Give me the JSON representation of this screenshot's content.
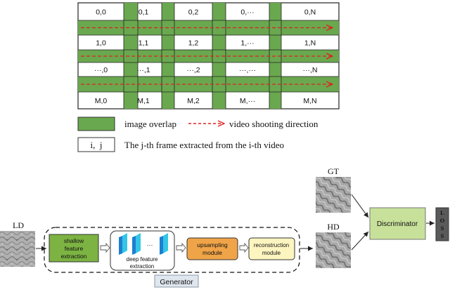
{
  "grid": {
    "rows": [
      [
        "0,0",
        "0,1",
        "0,2",
        "0,···",
        "0,N"
      ],
      [
        "1,0",
        "1,1",
        "1,2",
        "1,···",
        "1,N"
      ],
      [
        "···,0",
        "···,1",
        "···,2",
        "···,···",
        "···,N"
      ],
      [
        "M,0",
        "M,1",
        "M,2",
        "M,···",
        "M,N"
      ]
    ],
    "overlap_color": "#6aa84f",
    "arrow_color": "#e02020"
  },
  "legend": {
    "overlap_label": "image overlap",
    "direction_label": "video shooting direction",
    "frame_sample": "i,  j",
    "frame_label": "The j-th frame extracted from the i-th video"
  },
  "pipeline": {
    "ld_label": "LD",
    "gt_label": "GT",
    "hd_label": "HD",
    "shallow_label": [
      "shallow",
      "feature",
      "extraction"
    ],
    "deep_label": [
      "deep feature",
      "extraction"
    ],
    "deep_dots": "···",
    "upsampling_label": [
      "upsampling",
      "module"
    ],
    "reconstruction_label": [
      "reconstruction",
      "module"
    ],
    "generator_label": "Generator",
    "discriminator_label": "Discriminator",
    "loss_label": [
      "L",
      "O",
      "S",
      "S"
    ],
    "colors": {
      "shallow": "#7cb342",
      "upsampling": "#f0a448",
      "reconstruction": "#fdf5c0",
      "discriminator": "#c7e19a",
      "generator_tag": "#dfe6ee",
      "loss": "#5a5a5a",
      "deep_blue": "#1e7fd1",
      "deep_cyan": "#33c6e6"
    }
  }
}
